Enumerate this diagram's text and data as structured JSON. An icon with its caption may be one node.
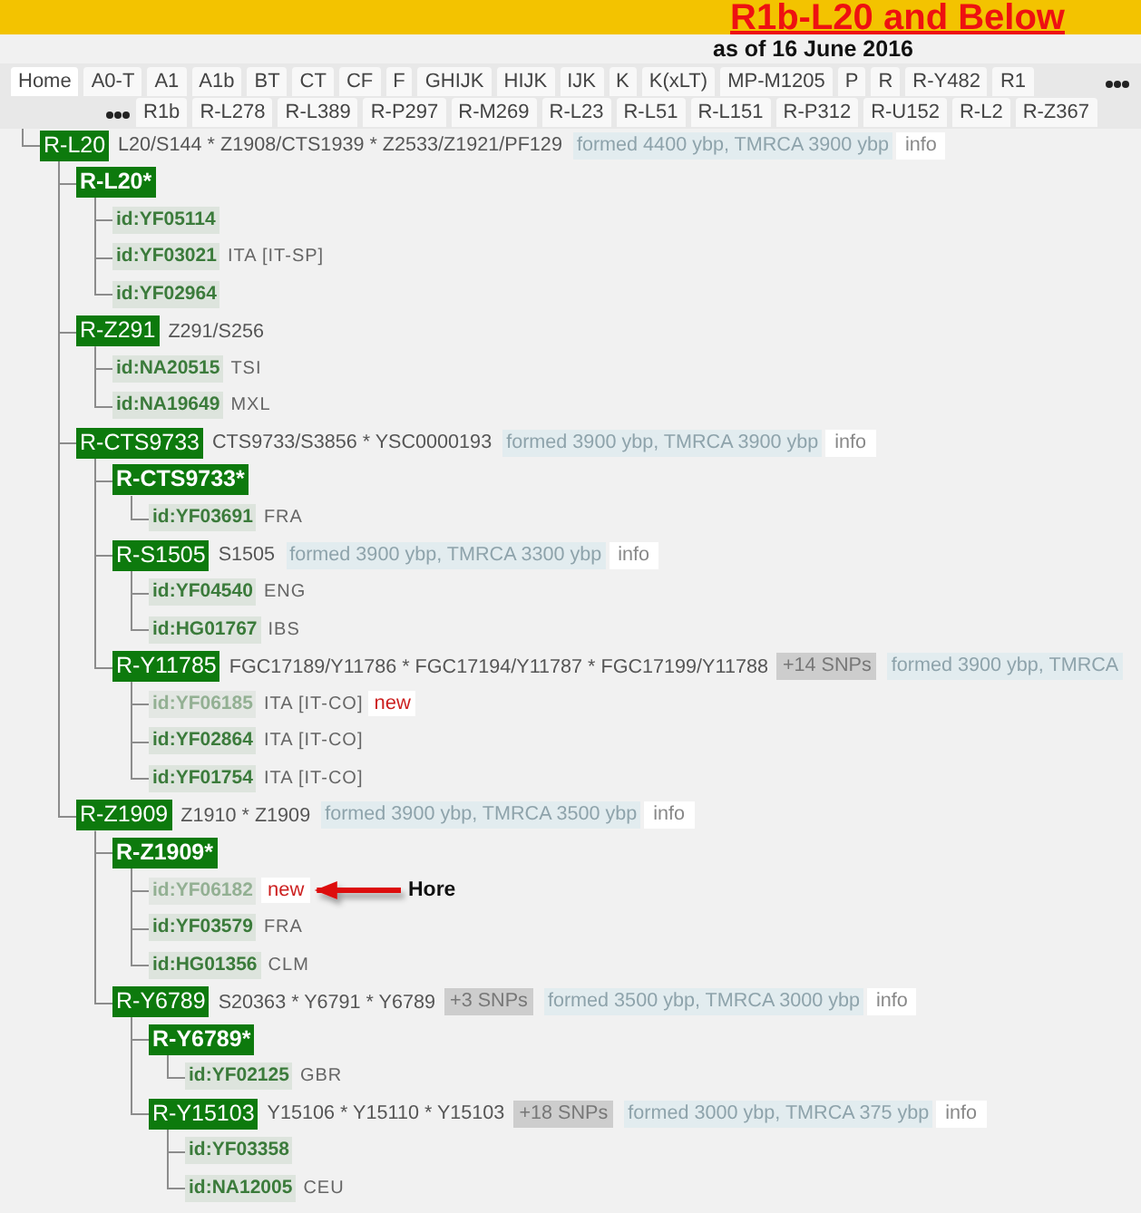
{
  "diagram": {
    "title": "R1b-L20 and Below",
    "nodes": [
      {
        "text": [
          "R-L20",
          "L20/S144 * Z1908/CTS1939 * Z2533/Z1921/PF129",
          "formed 4400 ybp, TMRCA 3900 ybp",
          "info"
        ]
      },
      {
        "text": [
          "R-L20*"
        ]
      },
      {
        "text": [
          "id:YF05114"
        ]
      },
      {
        "text": [
          "id:YF03021",
          "ITA [IT-SP]"
        ]
      },
      {
        "text": [
          "id:YF02964"
        ]
      },
      {
        "text": [
          "R-Z291",
          "Z291/S256"
        ]
      },
      {
        "text": [
          "id:NA20515",
          "TSI"
        ]
      },
      {
        "text": [
          "id:NA19649",
          "MXL"
        ]
      },
      {
        "text": [
          "R-CTS9733",
          "CTS9733/S3856 * YSC0000193",
          "formed 3900 ybp, TMRCA 3900 ybp",
          "info"
        ]
      },
      {
        "text": [
          "R-CTS9733*"
        ]
      },
      {
        "text": [
          "id:YF03691",
          "FRA"
        ]
      },
      {
        "text": [
          "R-S1505",
          "S1505",
          "formed 3900 ybp, TMRCA 3300 ybp",
          "info"
        ]
      },
      {
        "text": [
          "id:YF04540",
          "ENG"
        ]
      },
      {
        "text": [
          "id:HG01767",
          "IBS"
        ]
      },
      {
        "text": [
          "R-Y11785",
          "FGC17189/Y11786 * FGC17194/Y11787 * FGC17199/Y11788",
          "+14 SNPs",
          "formed 3900 ybp, TMRCA"
        ]
      },
      {
        "text": [
          "id:YF06185",
          "ITA [IT-CO]",
          "new"
        ]
      },
      {
        "text": [
          "id:YF02864",
          "ITA [IT-CO]"
        ]
      },
      {
        "text": [
          "id:YF01754",
          "ITA [IT-CO]"
        ]
      },
      {
        "text": [
          "R-Z1909",
          "Z1910 * Z1909",
          "formed 3900 ybp, TMRCA 3500 ybp",
          "info"
        ]
      },
      {
        "text": [
          "R-Z1909*"
        ]
      },
      {
        "text": [
          "id:YF06182",
          "new"
        ]
      },
      {
        "text": [
          "Hore"
        ]
      },
      {
        "text": [
          "id:YF03579",
          "FRA"
        ]
      },
      {
        "text": [
          "id:HG01356",
          "CLM"
        ]
      },
      {
        "text": [
          "R-Y6789",
          "S20363 * Y6791 * Y6789",
          "+3 SNPs",
          "formed 3500 ybp, TMRCA 3000 ybp",
          "info"
        ]
      },
      {
        "text": [
          "R-Y6789*"
        ]
      },
      {
        "text": [
          "id:YF02125",
          "GBR"
        ]
      },
      {
        "text": [
          "R-Y15103",
          "Y15106 * Y15110 * Y15103",
          "+18 SNPs",
          "formed 3000 ybp, TMRCA 375 ybp",
          "info"
        ]
      },
      {
        "text": [
          "id:YF03358"
        ]
      },
      {
        "text": [
          "id:NA12005",
          "CEU"
        ]
      }
    ],
    "edges": [
      {
        "from": null,
        "to": 0,
        "arrow": "none"
      },
      {
        "from": 0,
        "to": 1,
        "arrow": "none"
      },
      {
        "from": 1,
        "to": 2,
        "arrow": "none"
      },
      {
        "from": 1,
        "to": 3,
        "arrow": "none"
      },
      {
        "from": 1,
        "to": 4,
        "arrow": "none"
      },
      {
        "from": 0,
        "to": 5,
        "arrow": "none"
      },
      {
        "from": 5,
        "to": 6,
        "arrow": "none"
      },
      {
        "from": 5,
        "to": 7,
        "arrow": "none"
      },
      {
        "from": 0,
        "to": 8,
        "arrow": "none"
      },
      {
        "from": 8,
        "to": 9,
        "arrow": "none"
      },
      {
        "from": 9,
        "to": 10,
        "arrow": "none"
      },
      {
        "from": 8,
        "to": 11,
        "arrow": "none"
      },
      {
        "from": 11,
        "to": 12,
        "arrow": "none"
      },
      {
        "from": 11,
        "to": 13,
        "arrow": "none"
      },
      {
        "from": 8,
        "to": 14,
        "arrow": "none"
      },
      {
        "from": 14,
        "to": 15,
        "arrow": "none"
      },
      {
        "from": 14,
        "to": 16,
        "arrow": "none"
      },
      {
        "from": 14,
        "to": 17,
        "arrow": "none"
      },
      {
        "from": 0,
        "to": 18,
        "arrow": "none"
      },
      {
        "from": 18,
        "to": 19,
        "arrow": "none"
      },
      {
        "from": 19,
        "to": 20,
        "arrow": "none"
      },
      {
        "from": 21,
        "to": 20,
        "arrow": "to",
        "style": "thick",
        "color": "#dd1111"
      },
      {
        "from": 19,
        "to": 22,
        "arrow": "none"
      },
      {
        "from": 19,
        "to": 23,
        "arrow": "none"
      },
      {
        "from": 18,
        "to": 24,
        "arrow": "none"
      },
      {
        "from": 24,
        "to": 25,
        "arrow": "none"
      },
      {
        "from": 25,
        "to": 26,
        "arrow": "none"
      },
      {
        "from": 24,
        "to": 27,
        "arrow": "none"
      },
      {
        "from": 27,
        "to": 28,
        "arrow": "none"
      },
      {
        "from": 27,
        "to": 29,
        "arrow": "none"
      }
    ],
    "labels": [
      "as of 16 June 2016",
      "Home",
      "A0-T",
      "A1",
      "A1b",
      "BT",
      "CT",
      "CF",
      "F",
      "GHIJK",
      "HIJK",
      "IJK",
      "K",
      "K(xLT)",
      "MP-M1205",
      "P",
      "R",
      "R-Y482",
      "R1",
      "R1b",
      "R-L278",
      "R-L389",
      "R-P297",
      "R-M269",
      "R-L23",
      "R-L51",
      "R-L151",
      "R-P312",
      "R-U152",
      "R-L2",
      "R-Z367"
    ]
  }
}
